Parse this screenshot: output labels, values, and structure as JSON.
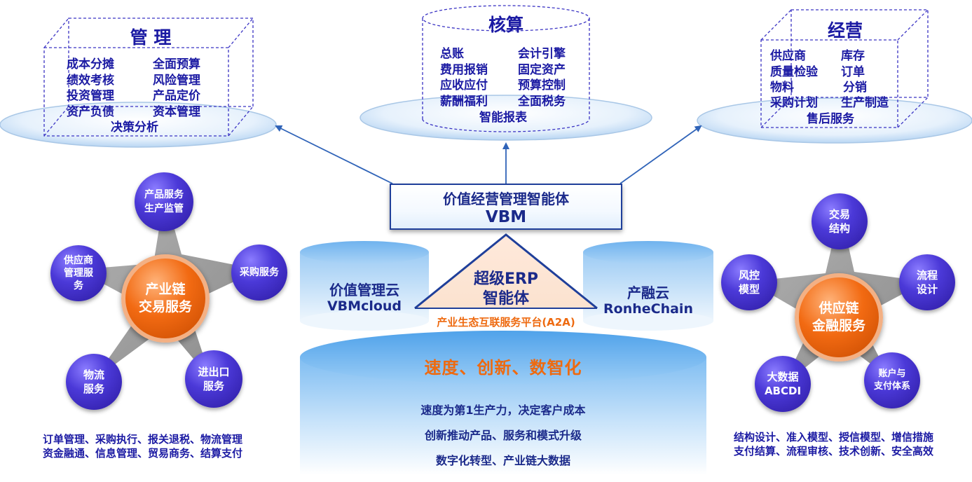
{
  "top_boxes": {
    "management": {
      "title": "管 理",
      "left_items": [
        "成本分摊",
        "绩效考核",
        "投资管理",
        "资产负债"
      ],
      "right_items": [
        "全面预算",
        "风险管理",
        "产品定价",
        "资本管理"
      ],
      "footer": "决策分析"
    },
    "accounting": {
      "title": "核算",
      "left_items": [
        "总账",
        "费用报销",
        "应收应付",
        "薪酬福利"
      ],
      "right_items": [
        "会计引擎",
        "固定资产",
        "预算控制",
        "全面税务"
      ],
      "footer": "智能报表"
    },
    "operations": {
      "title": "经营",
      "left_items": [
        "供应商",
        "质量检验",
        "物料",
        "采购计划"
      ],
      "right_items": [
        "库存",
        "订单",
        "分销",
        "生产制造"
      ],
      "footer": "售后服务"
    }
  },
  "center": {
    "vbm_name": "价值经营管理智能体",
    "vbm_abbr": "VBM",
    "left_cloud_name": "价值管理云",
    "left_cloud_en": "VBMcloud",
    "right_cloud_name": "产融云",
    "right_cloud_en": "RonheChain",
    "triangle_line1": "超级ERP",
    "triangle_line2": "智能体",
    "platform": "产业生态互联服务平台(A2A)",
    "base_title": "速度、创新、数智化",
    "base_lines": [
      "速度为第1生产力，决定客户成本",
      "创新推动产品、服务和模式升级",
      "数字化转型、产业链大数据"
    ]
  },
  "left_star": {
    "hub": "产业链\n交易服务",
    "nodes": [
      "产品服务\n生产监管",
      "采购服务",
      "进出口\n服务",
      "物流\n服务",
      "供应商\n管理服\n务"
    ],
    "captions": [
      "订单管理、采购执行、报关退税、物流管理",
      "资金融通、信息管理、贸易商务、结算支付"
    ]
  },
  "right_star": {
    "hub": "供应链\n金融服务",
    "nodes": [
      "交易\n结构",
      "流程\n设计",
      "账户与\n支付体系",
      "大数据\nABCDI",
      "风控\n模型"
    ],
    "captions": [
      "结构设计、准入模型、授信模型、增信措施",
      "支付结算、流程审核、技术创新、安全高效"
    ]
  },
  "colors": {
    "text_blue": "#1b1aa3",
    "accent_orange": "#ee6a10",
    "bubble_purple": "#3b28c0",
    "arrow_blue": "#2f63b8",
    "cylinder_blue": "#8fc3f1"
  }
}
